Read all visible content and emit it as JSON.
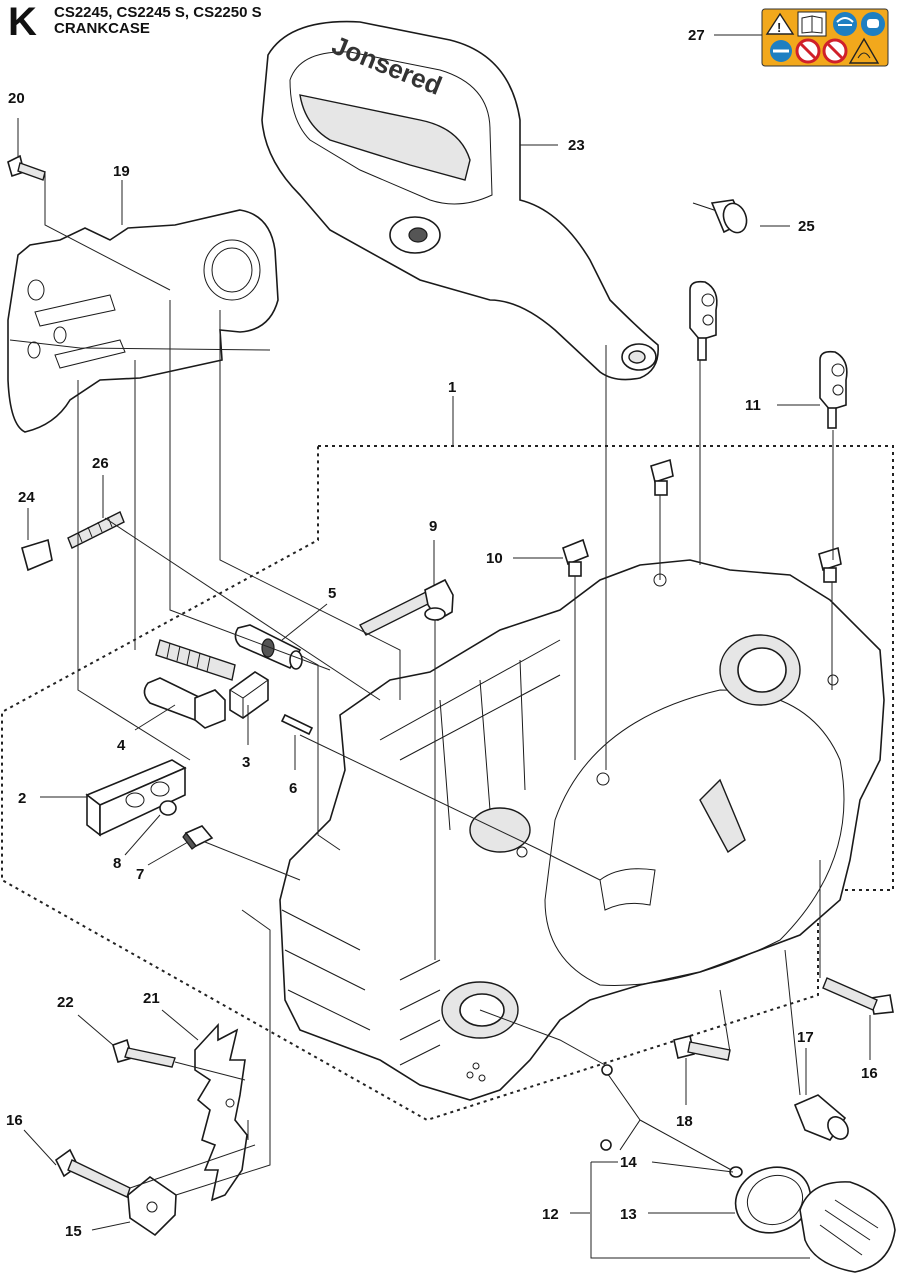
{
  "header": {
    "section_letter": "K",
    "models": "CS2245, CS2245 S, CS2250 S",
    "title": "CRANKCASE"
  },
  "brand_text": "Jonsered",
  "warning_sticker": {
    "background_color": "#f2a81c",
    "icons": [
      "warning-triangle-icon",
      "manual-book-icon",
      "hearing-eye-protection-icon",
      "wear-gloves-icon",
      "no-one-hand-icon",
      "no-kickback-icon",
      "kickback-warning-icon"
    ]
  },
  "callouts": {
    "c1": "1",
    "c2": "2",
    "c3": "3",
    "c4": "4",
    "c5": "5",
    "c6": "6",
    "c7": "7",
    "c8": "8",
    "c9": "9",
    "c10": "10",
    "c11": "11",
    "c12": "12",
    "c13": "13",
    "c14": "14",
    "c15": "15",
    "c16a": "16",
    "c16b": "16",
    "c17": "17",
    "c18": "18",
    "c19": "19",
    "c20": "20",
    "c21": "21",
    "c22": "22",
    "c23": "23",
    "c24": "24",
    "c25": "25",
    "c26": "26",
    "c27": "27"
  }
}
